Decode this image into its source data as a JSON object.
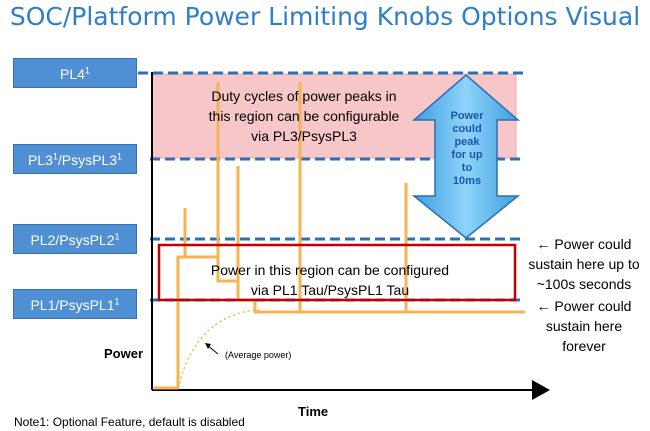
{
  "title": "SOC/Platform Power Limiting Knobs Options Visual",
  "levels": [
    {
      "name": "PL4",
      "sup": "1"
    },
    {
      "name": "PL3",
      "sup1": "1",
      "mid": "/PsysPL3",
      "sup2": "1"
    },
    {
      "name": "PL2/PsysPL2",
      "sup": "1"
    },
    {
      "name": "PL1/PsysPL1",
      "sup": "1"
    }
  ],
  "regions": {
    "top_line1": "Duty cycles of power peaks in",
    "top_line2": "this region can be configurable",
    "top_line3": "via PL3/PsysPL3",
    "mid_line1": "Power in this region can be configured",
    "mid_line2": "via PL1 Tau/PsysPL1 Tau"
  },
  "arrow_label": {
    "line1": "Power",
    "line2": "could",
    "line3": "peak",
    "line4": "for up",
    "line5": "to",
    "line6": "10ms"
  },
  "right_annotations": {
    "pl2_line1": "← Power could",
    "pl2_line2": "sustain here up to",
    "pl2_line3": "~100s seconds",
    "pl1_line1": "← Power could",
    "pl1_line2": "sustain here",
    "pl1_line3": "forever"
  },
  "axes": {
    "y": "Power",
    "x": "Time"
  },
  "average_label": "(Average power)",
  "footnote": "Note1: Optional Feature, default is disabled",
  "colors": {
    "title": "#2E7FC6",
    "label_fill": "#4F8FD4",
    "dashed_line": "#2E6DB8",
    "pink_region": "#F7C6C9",
    "red_box": "#C00000",
    "power_trace": "#F5B352",
    "arrow_fill": "#5BB8EE"
  }
}
